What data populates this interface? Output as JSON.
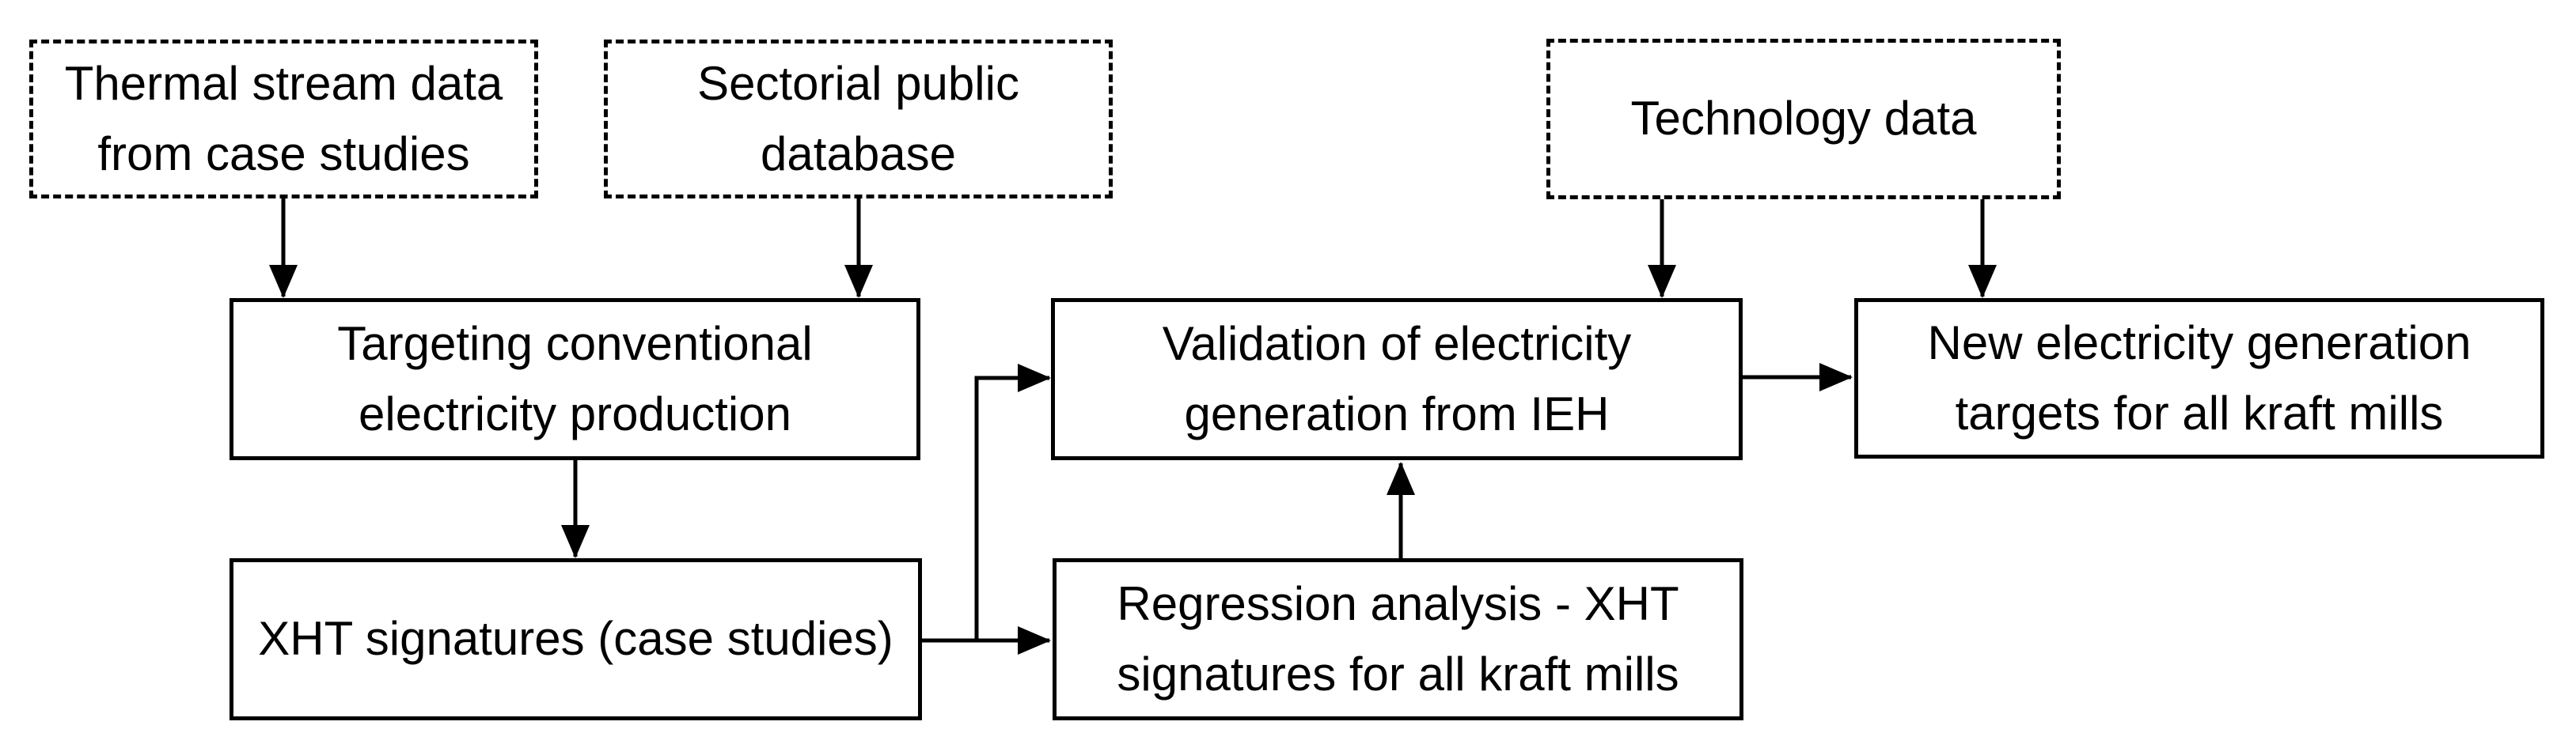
{
  "boxes": {
    "thermal": {
      "label": "Thermal stream data\nfrom case studies",
      "style": "dashed"
    },
    "sectorial": {
      "label": "Sectorial public\ndatabase",
      "style": "dashed"
    },
    "technology": {
      "label": "Technology data",
      "style": "dashed"
    },
    "targeting": {
      "label": "Targeting conventional\nelectricity production",
      "style": "solid"
    },
    "validation": {
      "label": "Validation of electricity\ngeneration from IEH",
      "style": "solid"
    },
    "new_targets": {
      "label": "New electricity generation\ntargets for all kraft mills",
      "style": "solid"
    },
    "xht": {
      "label": "XHT signatures (case studies)",
      "style": "solid"
    },
    "regression": {
      "label": "Regression analysis - XHT\nsignatures for all kraft mills",
      "style": "solid"
    }
  },
  "edges": [
    {
      "from": "thermal",
      "to": "targeting"
    },
    {
      "from": "sectorial",
      "to": "targeting"
    },
    {
      "from": "technology",
      "to": "validation"
    },
    {
      "from": "technology",
      "to": "new_targets"
    },
    {
      "from": "targeting",
      "to": "xht"
    },
    {
      "from": "xht",
      "to": "validation"
    },
    {
      "from": "xht",
      "to": "regression"
    },
    {
      "from": "regression",
      "to": "validation"
    },
    {
      "from": "validation",
      "to": "new_targets"
    }
  ],
  "colors": {
    "line": "#000000",
    "text": "#000000",
    "background": "#ffffff"
  }
}
